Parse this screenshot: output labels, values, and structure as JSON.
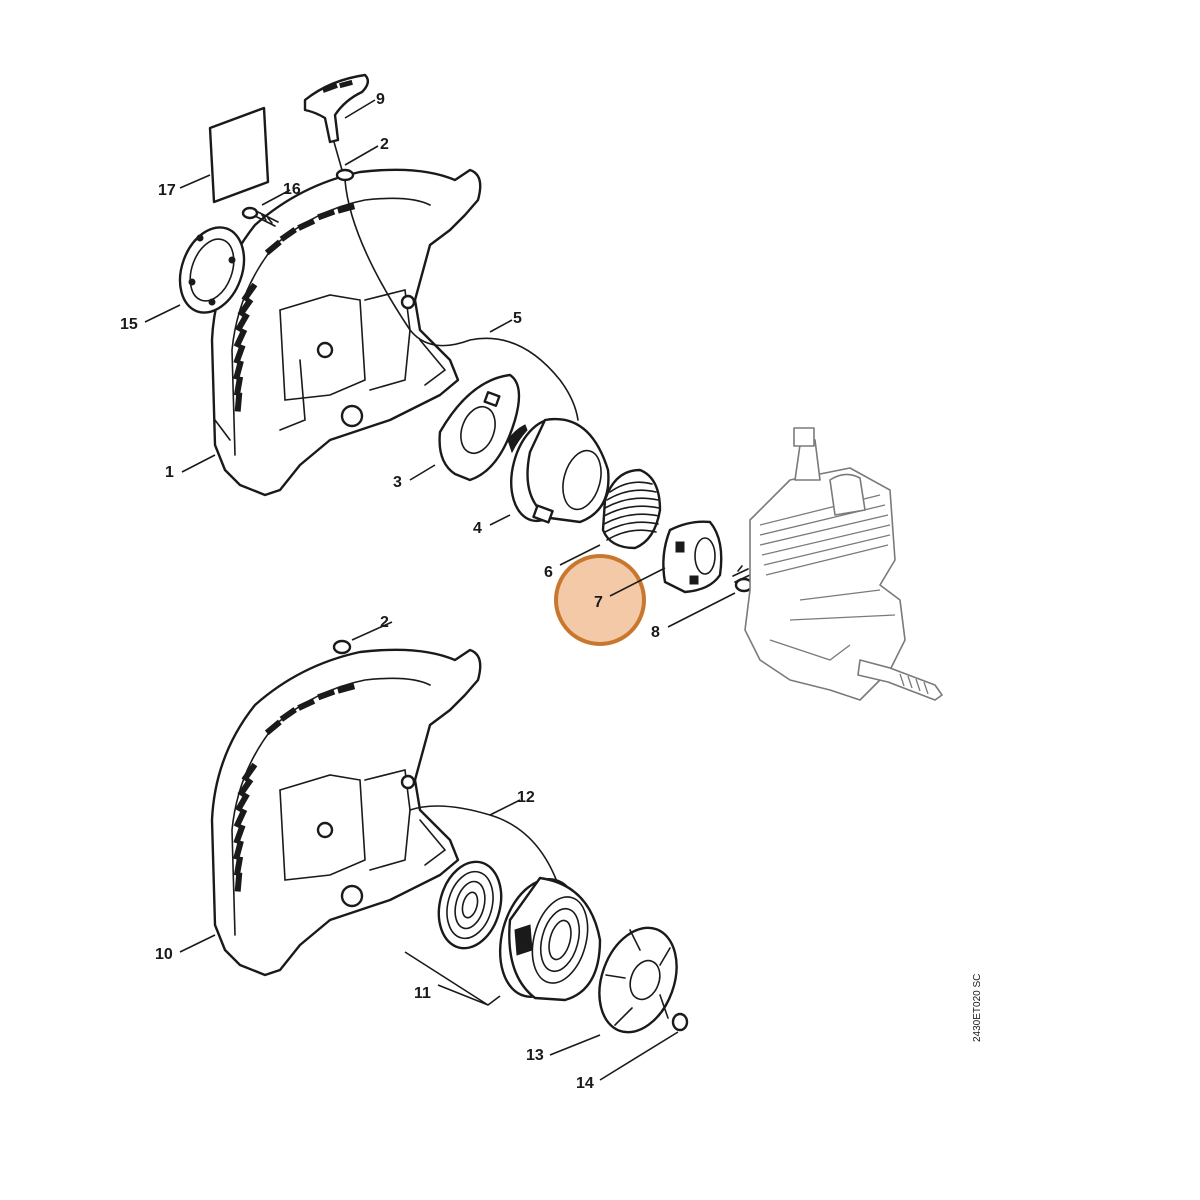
{
  "diagram": {
    "drawing_code": "2430ET020 SC",
    "highlight_color": "#f4c9a8",
    "highlight_stroke": "#c8782e",
    "highlighted_part": "7",
    "callouts": [
      "1",
      "2",
      "3",
      "4",
      "5",
      "6",
      "7",
      "8",
      "9",
      "10",
      "11",
      "12",
      "13",
      "14",
      "15",
      "16",
      "17",
      "2"
    ]
  }
}
